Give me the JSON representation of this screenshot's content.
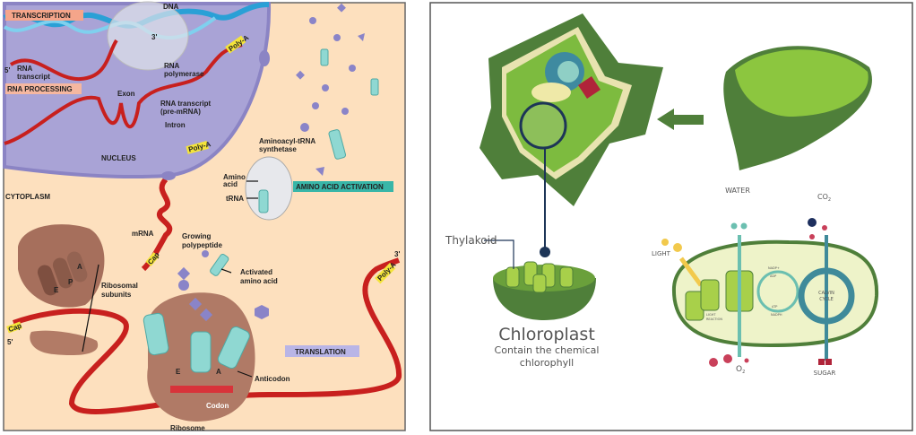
{
  "left_panel": {
    "sections": {
      "transcription": "TRANSCRIPTION",
      "rna_processing": "RNA PROCESSING",
      "amino_acid_activation": "AMINO ACID ACTIVATION",
      "translation": "TRANSLATION"
    },
    "labels": {
      "dna": "DNA",
      "three_prime_top": "3'",
      "rna_polymerase_1": "RNA",
      "rna_polymerase_2": "polymerase",
      "five_prime_top": "5'",
      "rna_transcript_1": "RNA",
      "rna_transcript_2": "transcript",
      "exon": "Exon",
      "pre_mrna_1": "RNA transcript",
      "pre_mrna_2": "(pre-mRNA)",
      "intron": "Intron",
      "nucleus": "NUCLEUS",
      "cytoplasm": "CYTOPLASM",
      "poly_a_1": "Poly-A",
      "poly_a_2": "Poly-A",
      "poly_a_3": "Poly-A",
      "synthetase_1": "Aminoacyl-tRNA",
      "synthetase_2": "synthetase",
      "amino_acid_1": "Amino",
      "amino_acid_2": "acid",
      "trna": "tRNA",
      "mrna": "mRNA",
      "cap_1": "Cap",
      "cap_2": "Cap",
      "growing_1": "Growing",
      "growing_2": "polypeptide",
      "activated_1": "Activated",
      "activated_2": "amino acid",
      "three_prime_bottom": "3'",
      "five_prime_bottom": "5'",
      "ribosomal_1": "Ribosomal",
      "ribosomal_2": "subunits",
      "site_e": "E",
      "site_p": "P",
      "site_a": "A",
      "ribo_e": "E",
      "ribo_a": "A",
      "anticodon": "Anticodon",
      "codon": "Codon",
      "ribosome": "Ribosome"
    },
    "colors": {
      "cytoplasm": "#fde0be",
      "nucleus": "#a9a3d6",
      "mrna": "#c8201e",
      "trna": "#8fd8d2",
      "ribosome": "#b07a66"
    }
  },
  "right_panel": {
    "thylakoid": "Thylakoid",
    "chloroplast_title": "Chloroplast",
    "chloroplast_sub_1": "Contain the chemical",
    "chloroplast_sub_2": "chlorophyll",
    "water": "WATER",
    "co2": "CO",
    "co2_sub": "2",
    "light": "LIGHT",
    "light_reaction_1": "LIGHT",
    "light_reaction_2": "REACTION",
    "nadp": "NADP+",
    "adp": "ADP",
    "atp": "ATP",
    "nadph": "NADPH",
    "calvin_1": "CALVIN",
    "calvin_2": "CYCLE",
    "o2": "O",
    "o2_sub": "2",
    "sugar": "SUGAR",
    "colors": {
      "leaf": "#7dbb3f",
      "dark_green": "#4f7f3a",
      "teal": "#3f8a9a",
      "stroma": "#eef3c9"
    }
  }
}
